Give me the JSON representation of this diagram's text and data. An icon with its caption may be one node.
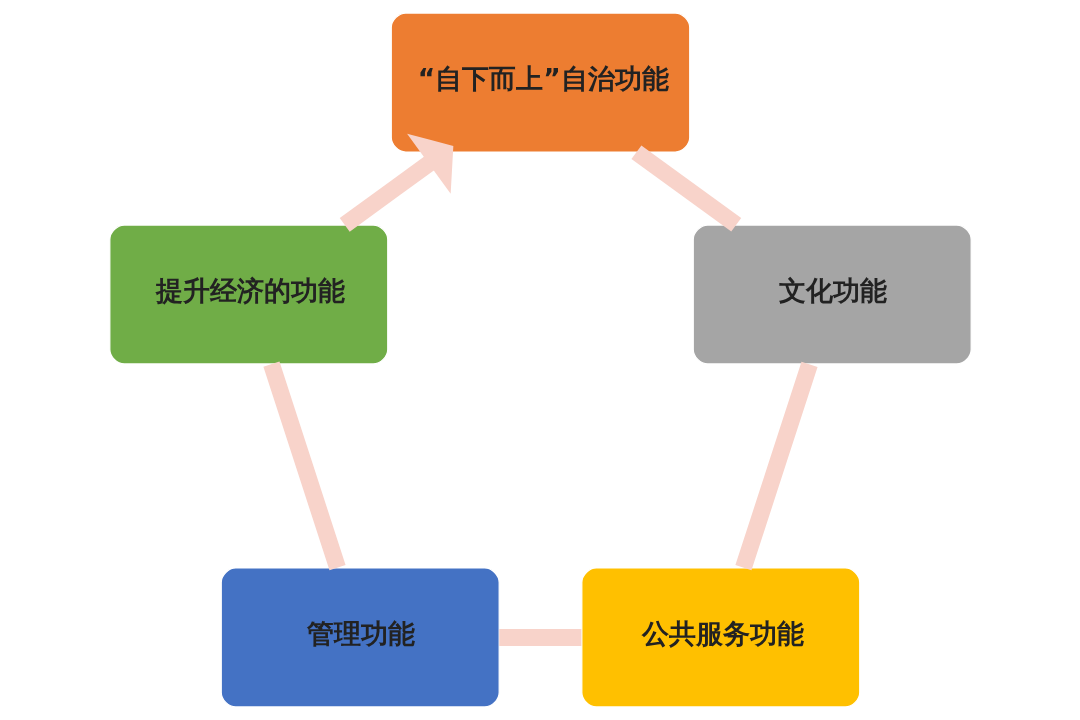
{
  "diagram": {
    "nodes": [
      {
        "text": [
          "“自下而上”自治功能"
        ]
      },
      {
        "text": [
          "文化功能"
        ]
      },
      {
        "text": [
          "公共服务功能"
        ]
      },
      {
        "text": [
          "管理功能"
        ]
      },
      {
        "text": [
          "提升经济的功能"
        ]
      }
    ],
    "edges": [
      {
        "from": 0,
        "to": 1,
        "arrow": "none"
      },
      {
        "from": 1,
        "to": 2,
        "arrow": "none"
      },
      {
        "from": 2,
        "to": 3,
        "arrow": "none"
      },
      {
        "from": 3,
        "to": 4,
        "arrow": "none"
      },
      {
        "from": 4,
        "to": 0,
        "arrow": "to"
      }
    ]
  }
}
